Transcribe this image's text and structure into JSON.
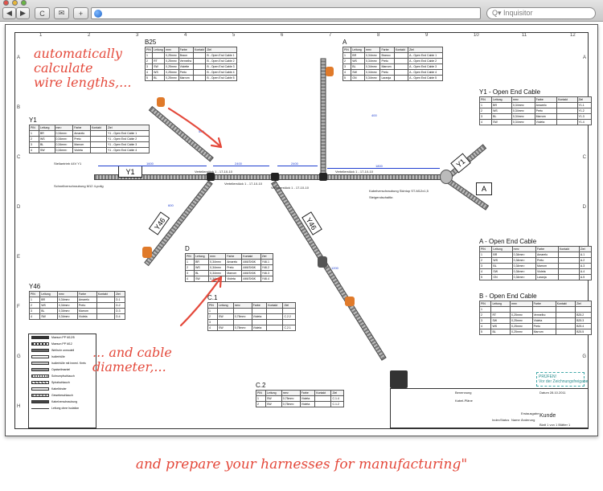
{
  "browser": {
    "nav_buttons": [
      "◀",
      "▶",
      "C",
      "✉",
      "+"
    ],
    "search_placeholder": "Q▾ Inquisitor"
  },
  "annotations": {
    "top_left": "automatically\ncalculate\nwire lengths,...",
    "bottom_left": "... and cable\ndiameter,...",
    "footer": "and prepare your harnesses for manufacturing\""
  },
  "frame": {
    "columns": [
      "1",
      "2",
      "3",
      "4",
      "5",
      "6",
      "7",
      "8",
      "9",
      "10",
      "11",
      "12"
    ],
    "rows": [
      "A",
      "B",
      "C",
      "D",
      "E",
      "F",
      "G",
      "H"
    ]
  },
  "tables": {
    "b25": {
      "title": "B25",
      "headers": [
        "PIN",
        "Leitung",
        "mm²",
        "Farbe",
        "Kontakt",
        "Ziel"
      ],
      "rows": [
        [
          "1",
          "",
          "0,25mm²",
          "Braun",
          "",
          "B - Open End Cable 1"
        ],
        [
          "2",
          "RT",
          "0,25mm²",
          "Vermelho",
          "",
          "B - Open End Cable 2"
        ],
        [
          "3",
          "SW",
          "0,25mm²",
          "Violette",
          "",
          "B - Open End Cable 3"
        ],
        [
          "4",
          "WS",
          "0,25mm²",
          "Preto",
          "",
          "B - Open End Cable 4"
        ],
        [
          "5",
          "BL",
          "0,25mm²",
          "Marrom",
          "",
          "B - Open End Cable 5"
        ]
      ]
    },
    "a_top": {
      "title": "A",
      "headers": [
        "PIN",
        "Leitung",
        "mm²",
        "Farbe",
        "Kontakt",
        "Ziel"
      ],
      "rows": [
        [
          "1",
          "BR",
          "0,34mm²",
          "Branco",
          "",
          "A - Open End Cable 1"
        ],
        [
          "2",
          "WS",
          "0,34mm²",
          "Preto",
          "",
          "A - Open End Cable 2"
        ],
        [
          "3",
          "BL",
          "0,34mm²",
          "Marrom",
          "",
          "A - Open End Cable 3"
        ],
        [
          "4",
          "SW",
          "0,34mm²",
          "Preto",
          "",
          "A - Open End Cable 4"
        ],
        [
          "5",
          "GN",
          "0,34mm²",
          "Laranja",
          "",
          "A - Open End Cable 5"
        ]
      ]
    },
    "y1": {
      "title": "Y1",
      "headers": [
        "PIN",
        "Leitung",
        "mm²",
        "Farbe",
        "Kontakt",
        "Ziel"
      ],
      "rows": [
        [
          "1",
          "BR",
          "0,34mm²",
          "Amarelo",
          "",
          "Y1 - Open End Cable 1"
        ],
        [
          "2",
          "WS",
          "0,34mm²",
          "Preto",
          "",
          "Y1 - Open End Cable 2"
        ],
        [
          "3",
          "BL",
          "0,34mm²",
          "Marrom",
          "",
          "Y1 - Open End Cable 3"
        ],
        [
          "4",
          "SW",
          "0,34mm²",
          "Violeta",
          "",
          "Y1 - Open End Cable 4"
        ]
      ]
    },
    "y1_open": {
      "title": "Y1 - Open End Cable",
      "headers": [
        "PIN",
        "Leitung",
        "mm²",
        "Farbe",
        "Kontakt",
        "Ziel"
      ],
      "rows": [
        [
          "1",
          "BR",
          "0,34mm²",
          "Amarelo",
          "",
          "Y1.1"
        ],
        [
          "2",
          "WS",
          "0,34mm²",
          "Preto",
          "",
          "Y1.2"
        ],
        [
          "3",
          "BL",
          "0,34mm²",
          "Marrom",
          "",
          "Y1.3"
        ],
        [
          "4",
          "SW",
          "0,34mm²",
          "Violeta",
          "",
          "Y1.4"
        ]
      ]
    },
    "d": {
      "title": "D",
      "headers": [
        "PIN",
        "Leitung",
        "mm²",
        "Farbe",
        "Kontakt",
        "Ziel"
      ],
      "rows": [
        [
          "1",
          "BR",
          "0,34mm²",
          "Amarelo",
          "AMI/3X6K",
          "Y46.1"
        ],
        [
          "2",
          "WS",
          "0,34mm²",
          "Preto",
          "AMI/3X6K",
          "Y46.2"
        ],
        [
          "3",
          "BL",
          "0,34mm²",
          "Marrom",
          "AMI/3X6K",
          "Y46.3"
        ],
        [
          "4",
          "SW",
          "0,34mm²",
          "Violeta",
          "AMI/3X6K",
          "Y46.4"
        ]
      ]
    },
    "a_open": {
      "title": "A - Open End Cable",
      "headers": [
        "PIN",
        "Leitung",
        "mm²",
        "Farbe",
        "Kontakt",
        "Ziel"
      ],
      "rows": [
        [
          "1",
          "BR",
          "0,34mm²",
          "Amarelo",
          "",
          "A.1"
        ],
        [
          "2",
          "WS",
          "0,34mm²",
          "Preto",
          "",
          "A.2"
        ],
        [
          "3",
          "BL",
          "0,34mm²",
          "Marrom",
          "",
          "A.3"
        ],
        [
          "4",
          "SW",
          "0,34mm²",
          "Violeta",
          "",
          "A.4"
        ],
        [
          "5",
          "GN",
          "0,34mm²",
          "Laranja",
          "",
          "A.5"
        ]
      ]
    },
    "y46": {
      "title": "Y46",
      "headers": [
        "PIN",
        "Leitung",
        "mm²",
        "Farbe",
        "Kontakt",
        "Ziel"
      ],
      "rows": [
        [
          "1",
          "BR",
          "0,34mm²",
          "Amarelo",
          "",
          "D.1"
        ],
        [
          "2",
          "WS",
          "0,34mm²",
          "Preto",
          "",
          "D.2"
        ],
        [
          "3",
          "BL",
          "0,34mm²",
          "Marrom",
          "",
          "D.3"
        ],
        [
          "4",
          "SW",
          "0,34mm²",
          "Violeta",
          "",
          "D.4"
        ]
      ]
    },
    "c1": {
      "title": "C.1",
      "headers": [
        "PIN",
        "Leitung",
        "mm²",
        "Farbe",
        "Kontakt",
        "Ziel"
      ],
      "rows": [
        [
          "1",
          "",
          "",
          "",
          "",
          ""
        ],
        [
          "2",
          "SW",
          "0,75mm²",
          "Violeta",
          "",
          "C.2.2"
        ],
        [
          "3",
          "",
          "",
          "",
          "",
          ""
        ],
        [
          "4",
          "SW",
          "0,75mm²",
          "Violeta",
          "",
          "C.2.1"
        ]
      ]
    },
    "b_open": {
      "title": "B - Open End Cable",
      "headers": [
        "PIN",
        "Leitung",
        "mm²",
        "Farbe",
        "Kontakt",
        "Ziel"
      ],
      "rows": [
        [
          "1",
          "",
          "",
          "",
          "",
          ""
        ],
        [
          "2",
          "RT",
          "0,25mm²",
          "Vermelho",
          "",
          "B25.2"
        ],
        [
          "3",
          "SW",
          "0,25mm²",
          "Violeta",
          "",
          "B25.3"
        ],
        [
          "4",
          "WS",
          "0,25mm²",
          "Preto",
          "",
          "B25.4"
        ],
        [
          "5",
          "BL",
          "0,25mm²",
          "Marrom",
          "",
          "B25.5"
        ]
      ]
    },
    "c2": {
      "title": "C.2",
      "headers": [
        "PIN",
        "Leitung",
        "mm²",
        "Farbe",
        "Kontakt",
        "Ziel"
      ],
      "rows": [
        [
          "1",
          "SW",
          "0,75mm²",
          "Violeta",
          "",
          "C.1.4"
        ],
        [
          "2",
          "SW",
          "0,75mm²",
          "Violeta",
          "",
          "C.1.2"
        ]
      ]
    }
  },
  "diagram": {
    "labels": {
      "y1": "Y1",
      "a": "A",
      "y46": "Y46",
      "wire_y46": "Y46",
      "wire_y1": "Y1"
    },
    "notes": [
      "Verteilerstück 1 - 17-10-10",
      "Verteilerstück 1 - 17-10-10",
      "Verteilerstück 1 - 17-10-10",
      "Verteilerstück 1 - 17-10-10",
      "Kabelverschraubung Skintop ST-M12x1,5",
      "Schnellverschraubung M12 4-polig",
      "Stellantrieb 44V Y1",
      "Steigendschaltkr."
    ],
    "dims": [
      "1600",
      "2400",
      "2400",
      "1800",
      "600",
      "1200",
      "400",
      "500"
    ],
    "stamp": "PRÜFEN!\nVor der Zeichnungsfreigabe"
  },
  "legend": {
    "items": [
      "Maeson PP M12/5",
      "Maeson PP M12",
      "Wellrohr unmodell",
      "Isolierhülle",
      "Isolierhülle mit Innenl. Kreis",
      "Opaiseilmantel",
      "Schrumpfschlauch",
      "Spiralschlauch",
      "Kabelbinder",
      "Gewebeschlauch",
      "Kabelverschraubung",
      "Leitung ohne Isolation"
    ]
  },
  "titleblock": {
    "cells": [
      "Benennung",
      "Kabel-Pläne",
      "Datum 28.10.2011",
      "Kunde",
      "Blatt 1 von 1 Blätter 1",
      "Index",
      "Status",
      "Name",
      "Änderung",
      "Erstausgabe"
    ]
  }
}
